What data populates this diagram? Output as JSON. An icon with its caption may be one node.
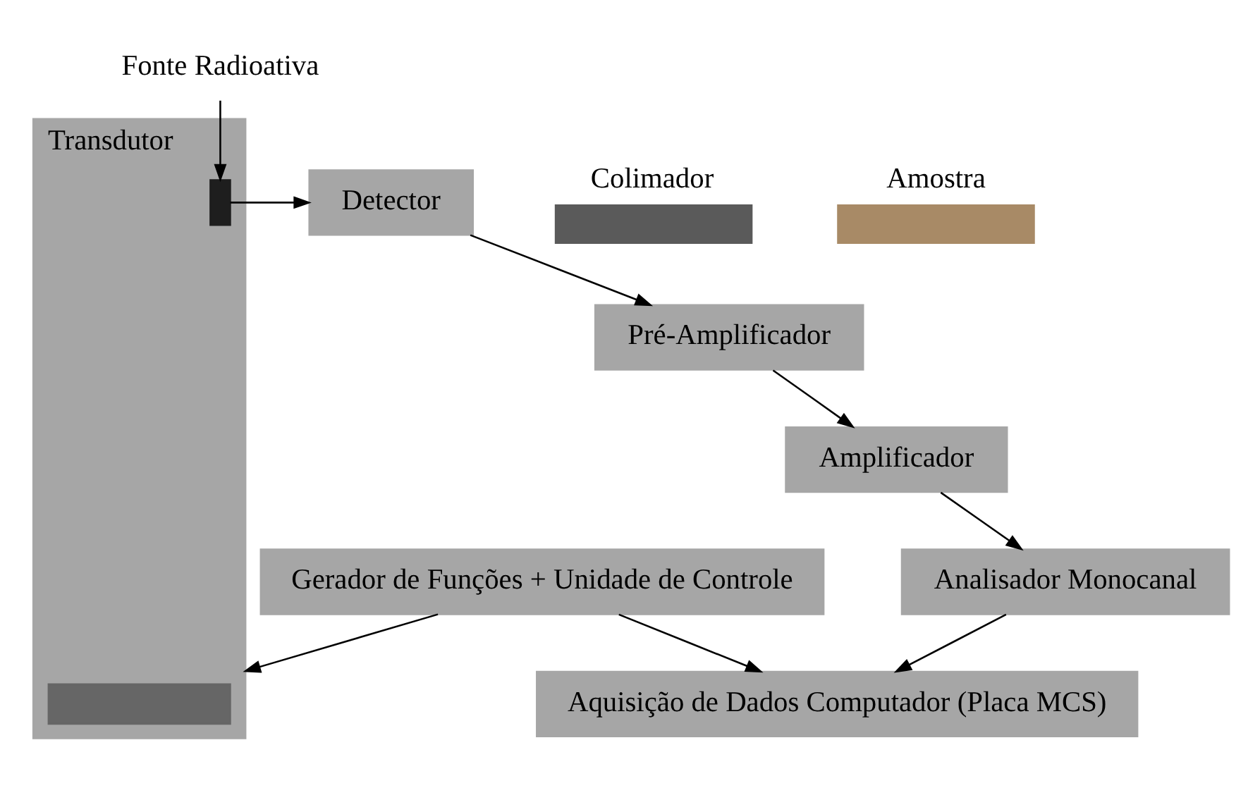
{
  "diagram": {
    "nodes": [
      {
        "text": [
          "Transdutor"
        ]
      },
      {
        "text": [],
        "shape": "bar",
        "in": 0
      },
      {
        "text": [],
        "shape": "box",
        "in": 0
      },
      {
        "text": [
          "Fonte Radioativa"
        ]
      },
      {
        "text": [
          "Colimador"
        ]
      },
      {
        "text": [
          "Amostra"
        ]
      },
      {
        "text": [
          "Detector"
        ]
      },
      {
        "text": [
          "Pré-Amplificador"
        ]
      },
      {
        "text": [
          "Amplificador"
        ]
      },
      {
        "text": [
          "Analisador Monocanal"
        ]
      },
      {
        "text": [
          "Gerador de Funções + Unidade de Controle"
        ]
      },
      {
        "text": [
          "Aquisição de Dados Computador (Placa MCS)"
        ]
      }
    ],
    "edges": [
      {
        "from": 3,
        "to": 2,
        "arrow": "to"
      },
      {
        "from": 2,
        "to": 6,
        "arrow": "to"
      },
      {
        "from": 6,
        "to": 7,
        "arrow": "to"
      },
      {
        "from": 7,
        "to": 8,
        "arrow": "to"
      },
      {
        "from": 8,
        "to": 9,
        "arrow": "to"
      },
      {
        "from": 9,
        "to": 11,
        "arrow": "to"
      },
      {
        "from": 10,
        "to": 0,
        "arrow": "to"
      },
      {
        "from": 10,
        "to": 11,
        "arrow": "to"
      }
    ]
  }
}
